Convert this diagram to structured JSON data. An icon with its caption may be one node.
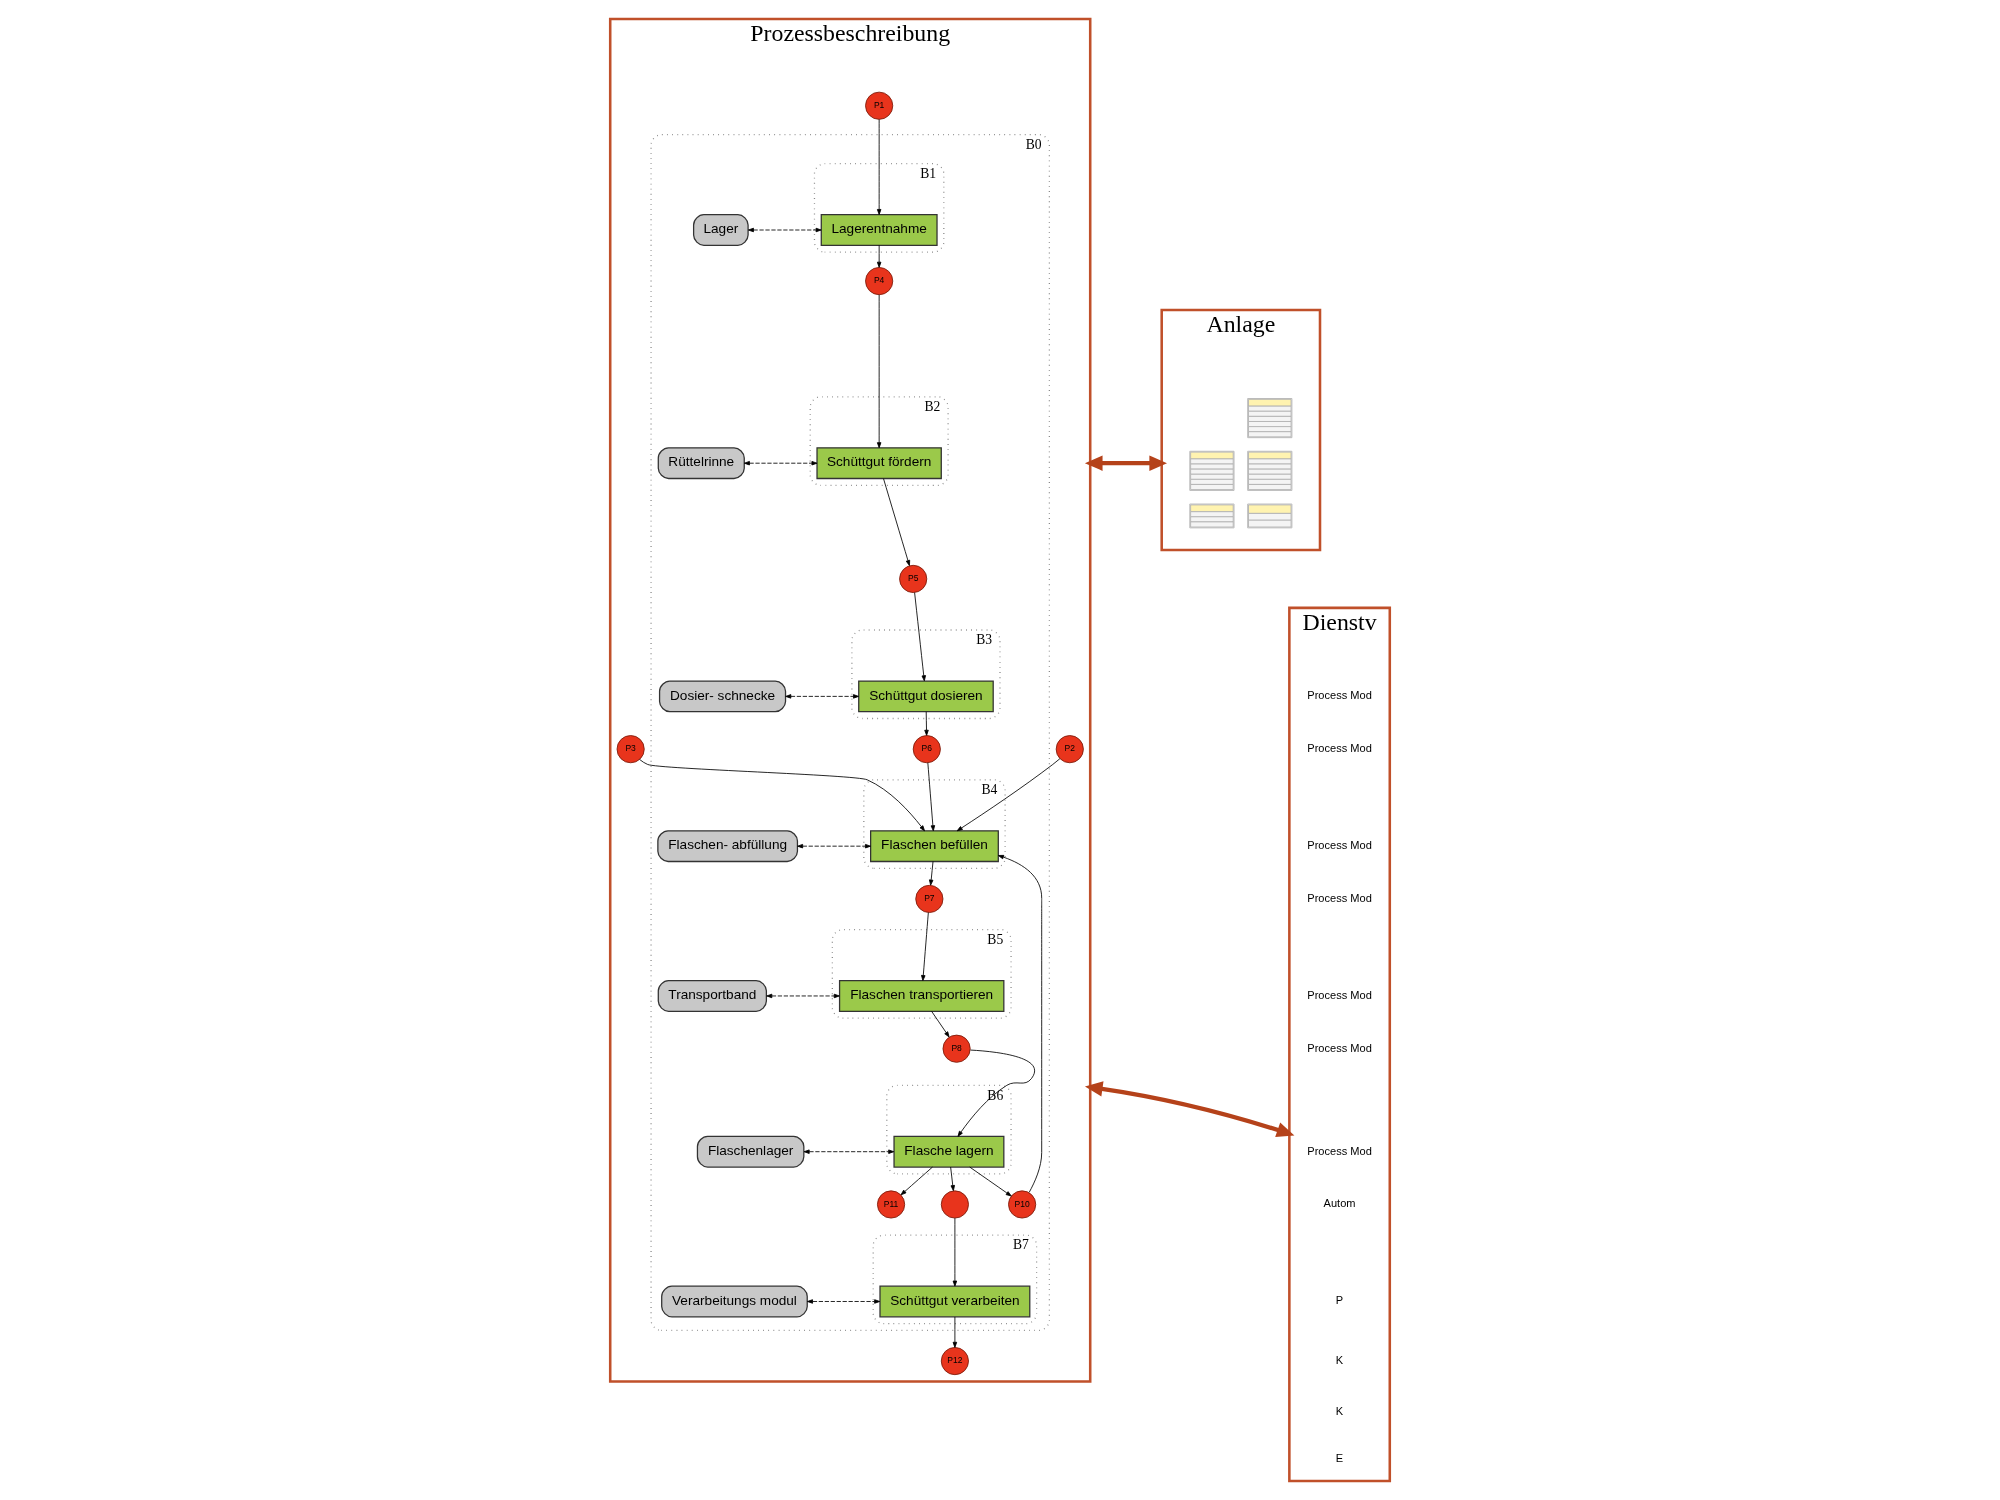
{
  "diagram": {
    "nodes": [
      {
        "text": [
          "Prozessbeschreibung"
        ]
      },
      {
        "text": [
          "B0"
        ],
        "in": 0
      },
      {
        "text": [
          "P1"
        ],
        "in": 0
      },
      {
        "text": [
          "P2"
        ],
        "in": 0
      },
      {
        "text": [
          "P3"
        ],
        "in": 0
      },
      {
        "text": [
          "B1"
        ],
        "in": 1
      },
      {
        "text": [
          "Lagerentnahme"
        ],
        "in": 5
      },
      {
        "text": [
          "Lager"
        ],
        "in": 1
      },
      {
        "text": [
          "P4"
        ],
        "in": 1
      },
      {
        "text": [
          "B2"
        ],
        "in": 1
      },
      {
        "text": [
          "Schüttgut fördern"
        ],
        "in": 9
      },
      {
        "text": [
          "Rüttelrinne"
        ],
        "in": 1
      },
      {
        "text": [
          "P5"
        ],
        "in": 1
      },
      {
        "text": [
          "B3"
        ],
        "in": 1
      },
      {
        "text": [
          "Schüttgut dosieren"
        ],
        "in": 13
      },
      {
        "text": [
          "Dosier- schnecke"
        ],
        "in": 1
      },
      {
        "text": [
          "P6"
        ],
        "in": 1
      },
      {
        "text": [
          "B4"
        ],
        "in": 1
      },
      {
        "text": [
          "Flaschen befüllen"
        ],
        "in": 17
      },
      {
        "text": [
          "Flaschen- abfüllung"
        ],
        "in": 1
      },
      {
        "text": [
          "P7"
        ],
        "in": 1
      },
      {
        "text": [
          "B5"
        ],
        "in": 1
      },
      {
        "text": [
          "Flaschen transportieren"
        ],
        "in": 21
      },
      {
        "text": [
          "Transportband"
        ],
        "in": 1
      },
      {
        "text": [
          "P8"
        ],
        "in": 1
      },
      {
        "text": [
          "B6"
        ],
        "in": 1
      },
      {
        "text": [
          "Flasche lagern"
        ],
        "in": 25
      },
      {
        "text": [
          "Flaschenlager"
        ],
        "in": 1
      },
      {
        "text": [
          "P10"
        ],
        "in": 1
      },
      {
        "text": [
          "P11"
        ],
        "in": 1
      },
      {
        "text": [],
        "shape": "circle",
        "in": 1
      },
      {
        "text": [
          "B7"
        ],
        "in": 1
      },
      {
        "text": [
          "Schüttgut verarbeiten"
        ],
        "in": 31
      },
      {
        "text": [
          "Verarbeitungs modul"
        ],
        "in": 1
      },
      {
        "text": [
          "P12"
        ],
        "in": 0
      },
      {
        "text": [
          "Anlage"
        ]
      },
      {
        "text": [],
        "shape": "picture",
        "in": 35
      },
      {
        "text": [
          "Dienstv"
        ]
      }
    ],
    "edges": [
      {
        "from": 2,
        "to": 6,
        "arrow": "to"
      },
      {
        "from": 6,
        "to": 7,
        "arrow": "both",
        "style": "dashed"
      },
      {
        "from": 6,
        "to": 8,
        "arrow": "to"
      },
      {
        "from": 8,
        "to": 10,
        "arrow": "to"
      },
      {
        "from": 10,
        "to": 11,
        "arrow": "both",
        "style": "dashed"
      },
      {
        "from": 10,
        "to": 12,
        "arrow": "to"
      },
      {
        "from": 12,
        "to": 14,
        "arrow": "to"
      },
      {
        "from": 14,
        "to": 15,
        "arrow": "both",
        "style": "dashed"
      },
      {
        "from": 14,
        "to": 16,
        "arrow": "to"
      },
      {
        "from": 16,
        "to": 18,
        "arrow": "to"
      },
      {
        "from": 3,
        "to": 18,
        "arrow": "to"
      },
      {
        "from": 4,
        "to": 18,
        "arrow": "to"
      },
      {
        "from": 28,
        "to": 18,
        "arrow": "to"
      },
      {
        "from": 18,
        "to": 19,
        "arrow": "both",
        "style": "dashed"
      },
      {
        "from": 18,
        "to": 20,
        "arrow": "to"
      },
      {
        "from": 20,
        "to": 22,
        "arrow": "to"
      },
      {
        "from": 22,
        "to": 23,
        "arrow": "both",
        "style": "dashed"
      },
      {
        "from": 22,
        "to": 24,
        "arrow": "to"
      },
      {
        "from": 24,
        "to": 26,
        "arrow": "to"
      },
      {
        "from": 26,
        "to": 27,
        "arrow": "both",
        "style": "dashed"
      },
      {
        "from": 26,
        "to": 28,
        "arrow": "to"
      },
      {
        "from": 26,
        "to": 29,
        "arrow": "to"
      },
      {
        "from": 26,
        "to": 30,
        "arrow": "to"
      },
      {
        "from": 30,
        "to": 32,
        "arrow": "to"
      },
      {
        "from": 32,
        "to": 33,
        "arrow": "both",
        "style": "dashed"
      },
      {
        "from": 32,
        "to": 34,
        "arrow": "to"
      },
      {
        "from": 0,
        "to": 35,
        "arrow": "both",
        "style": "thick",
        "color": "#b5421a"
      },
      {
        "from": 0,
        "to": 37,
        "arrow": "both",
        "style": "thick",
        "color": "#b5421a"
      }
    ],
    "labels": [
      "Process Mod",
      "Process Mod",
      "Process Mod",
      "Process Mod",
      "Process Mod",
      "Process Mod",
      "Process Mod",
      "Autom",
      "P",
      "K",
      "K",
      "E"
    ]
  }
}
